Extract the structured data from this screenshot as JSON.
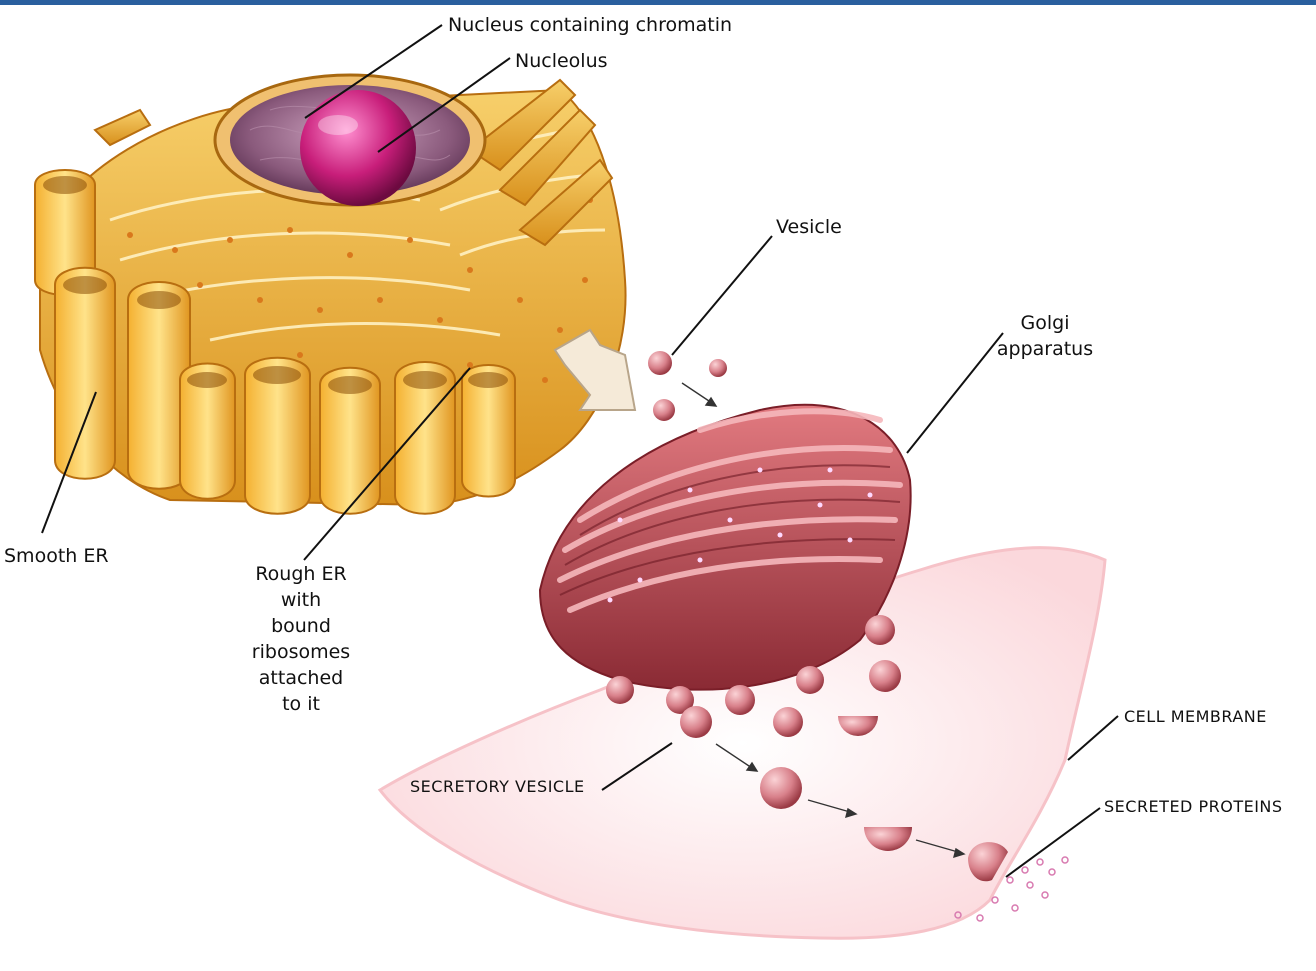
{
  "labels": {
    "nucleus": "Nucleus containing chromatin",
    "nucleolus": "Nucleolus",
    "vesicle": "Vesicle",
    "golgi_line1": "Golgi",
    "golgi_line2": "apparatus",
    "smooth_er": "Smooth ER",
    "rough_er": [
      "Rough ER",
      "with",
      "bound",
      "ribosomes",
      "attached",
      "to it"
    ],
    "cell_membrane": "CELL MEMBRANE",
    "secretory_vesicle": "SECRETORY VESICLE",
    "secreted_proteins": "SECRETED PROTEINS"
  },
  "colors": {
    "header_bar": "#2a5f9e",
    "er": "#f0b440",
    "er_dark": "#c47a10",
    "nucleus": "#7a4a6e",
    "nucleolus": "#c81e7a",
    "golgi": "#c0505a",
    "vesicle": "#d88890",
    "cell_fill": "#fde8ea"
  }
}
